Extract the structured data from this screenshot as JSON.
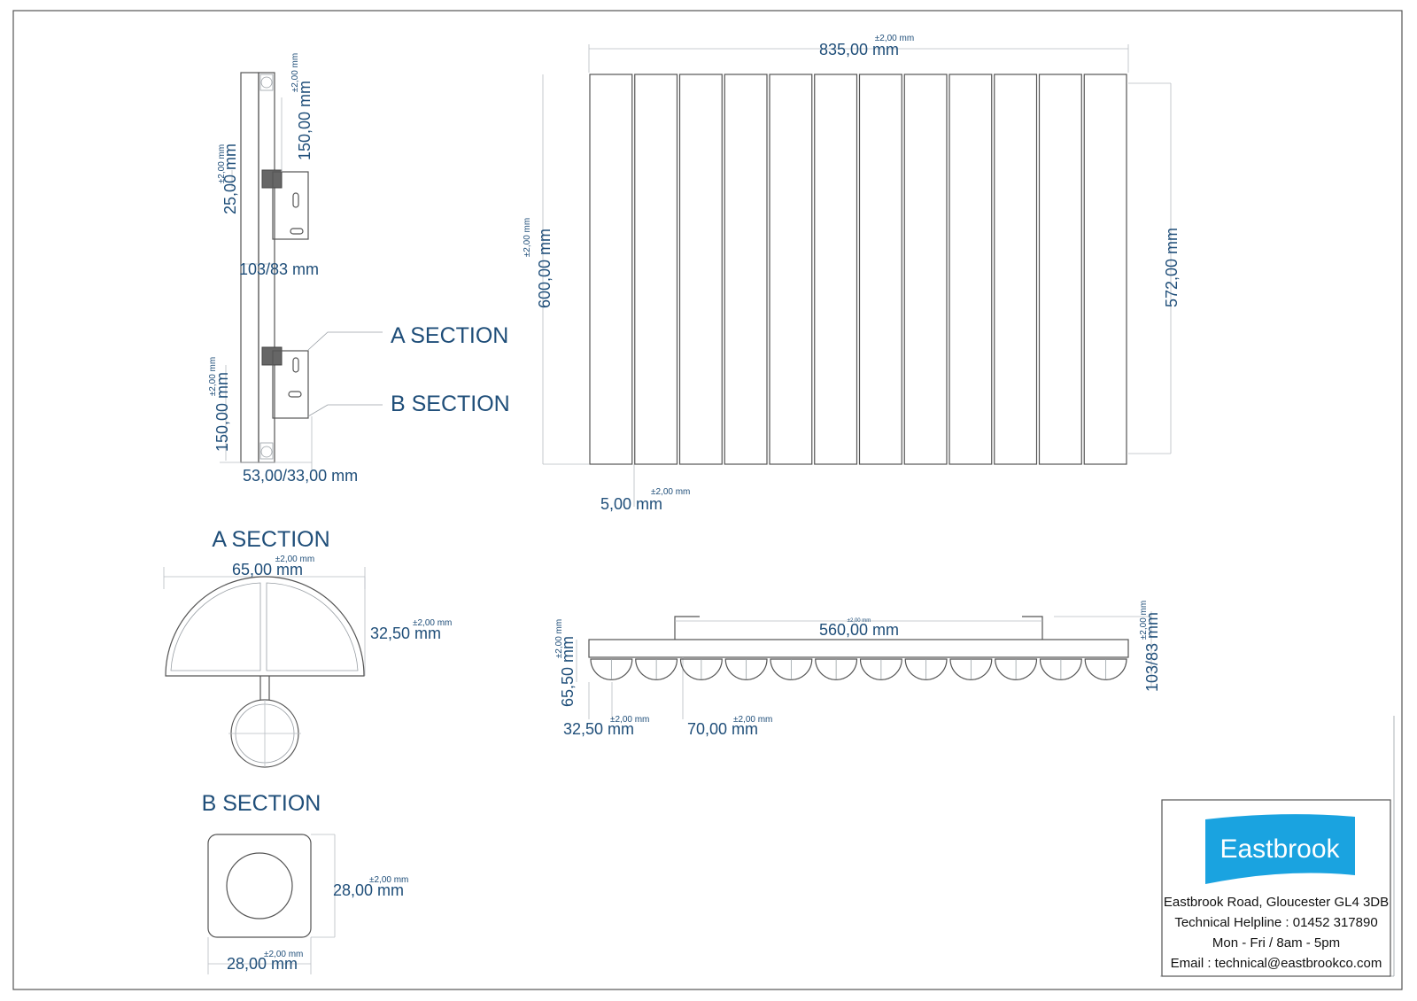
{
  "tolerance": "±2,00 mm",
  "side_view": {
    "top_spacing": "150,00 mm",
    "bracket_height": "25,00 mm",
    "depth": "103/83 mm",
    "bottom_spacing": "150,00 mm",
    "wall_distance": "53,00/33,00 mm",
    "label_a": "A SECTION",
    "label_b": "B SECTION"
  },
  "front_view": {
    "width": "835,00 mm",
    "height": "600,00 mm",
    "inner_height": "572,00 mm",
    "gap": "5,00 mm",
    "columns": 12
  },
  "a_section": {
    "title": "A SECTION",
    "width": "65,00 mm",
    "depth": "32,50 mm"
  },
  "top_view": {
    "centres": "560,00 mm",
    "depth": "65,50 mm",
    "wall_depth": "103/83 mm",
    "half": "32,50 mm",
    "pitch": "70,00 mm"
  },
  "b_section": {
    "title": "B SECTION",
    "height": "28,00 mm",
    "width": "28,00 mm"
  },
  "footer": {
    "brand": "Eastbrook",
    "address": "Eastbrook Road, Gloucester GL4 3DB",
    "helpline": "Technical Helpline : 01452 317890",
    "hours": "Mon - Fri / 8am - 5pm",
    "email": "Email : technical@eastbrookco.com",
    "brand_color": "#1aa3e0"
  }
}
